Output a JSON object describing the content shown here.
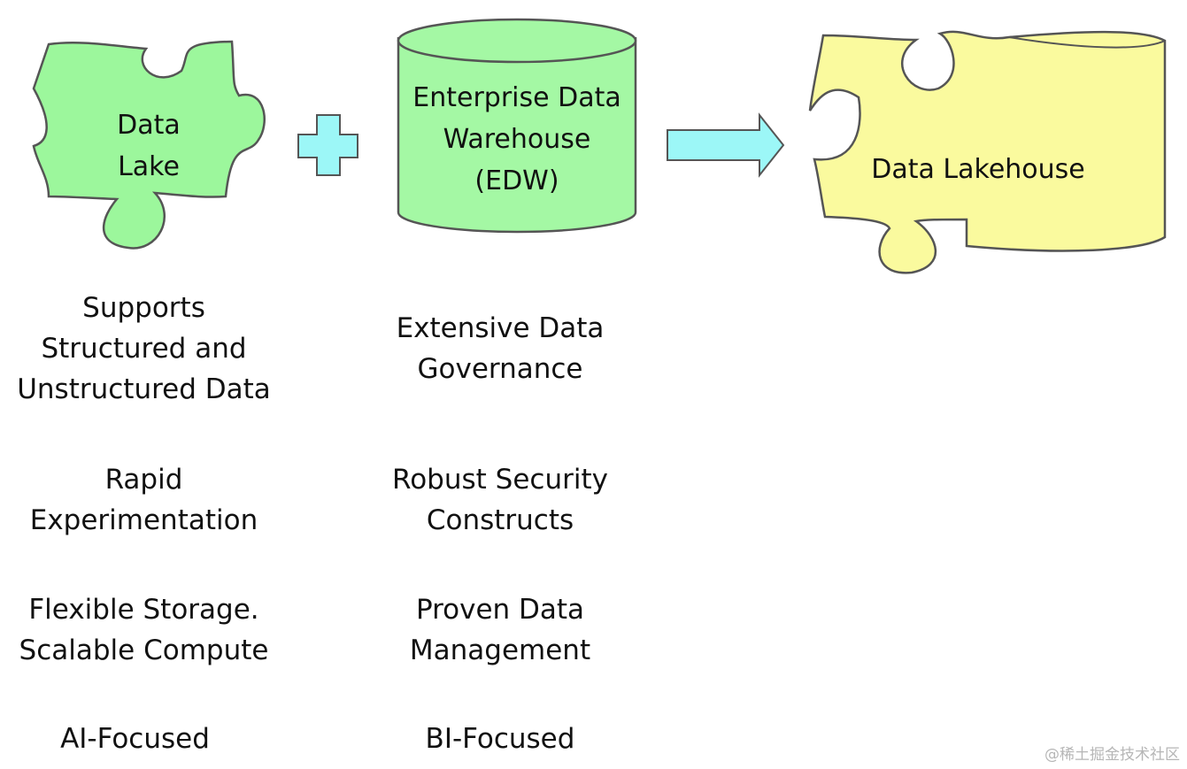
{
  "colors": {
    "lake_fill": "#9cf79c",
    "edw_fill": "#a4f8a4",
    "lakehouse_fill": "#fafa9e",
    "plus_fill": "#9cf7f7",
    "arrow_fill": "#9cf7f7",
    "outline": "#555555"
  },
  "nodes": {
    "data_lake": {
      "line1": "Data",
      "line2": "Lake",
      "shape": "puzzle-piece"
    },
    "edw": {
      "line1": "Enterprise Data",
      "line2": "Warehouse",
      "line3": "(EDW)",
      "shape": "cylinder"
    },
    "lakehouse": {
      "label": "Data Lakehouse",
      "shape": "puzzle-cylinder"
    },
    "plus_symbol": {
      "shape": "plus"
    },
    "result_arrow": {
      "shape": "right-arrow"
    }
  },
  "data_lake_features": [
    "Supports\nStructured and\nUnstructured Data",
    "Rapid\nExperimentation",
    "Flexible Storage.\nScalable Compute",
    "AI-Focused"
  ],
  "edw_features": [
    "Extensive Data\nGovernance",
    "Robust Security\nConstructs",
    "Proven Data\nManagement",
    "BI-Focused"
  ],
  "watermark": "@稀土掘金技术社区"
}
